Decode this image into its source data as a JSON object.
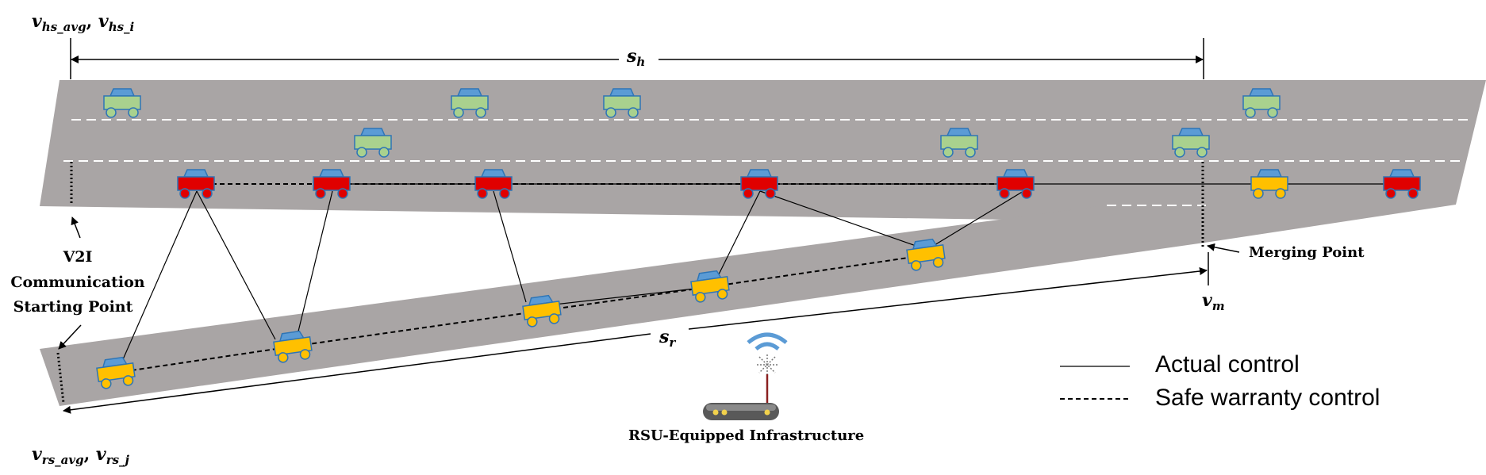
{
  "labels": {
    "v_hs_top": {
      "main": "v",
      "sub": "hs_avg",
      "sep": ", ",
      "main2": "v",
      "sub2": "hs_i"
    },
    "s_h": {
      "main": "s",
      "sub": "h"
    },
    "v_m": {
      "main": "v",
      "sub": "m"
    },
    "s_r": {
      "main": "s",
      "sub": "r"
    },
    "v_rs_bottom": {
      "main": "v",
      "sub": "rs_avg",
      "sep": ", ",
      "main2": "v",
      "sub2": "rs_j"
    },
    "v2i_line1": "V2I",
    "v2i_line2": "Communication",
    "v2i_line3": "Starting Point",
    "merging_point": "Merging Point",
    "rsu": "RSU-Equipped Infrastructure"
  },
  "legend": {
    "actual": "Actual control",
    "safe": "Safe warranty control"
  },
  "colors": {
    "road": "#a9a5a5",
    "car_body_green": "#a9d18e",
    "car_body_red": "#e00000",
    "car_body_yellow": "#ffc000",
    "car_roof": "#5b9bd5",
    "car_outline": "#2e75b6"
  }
}
